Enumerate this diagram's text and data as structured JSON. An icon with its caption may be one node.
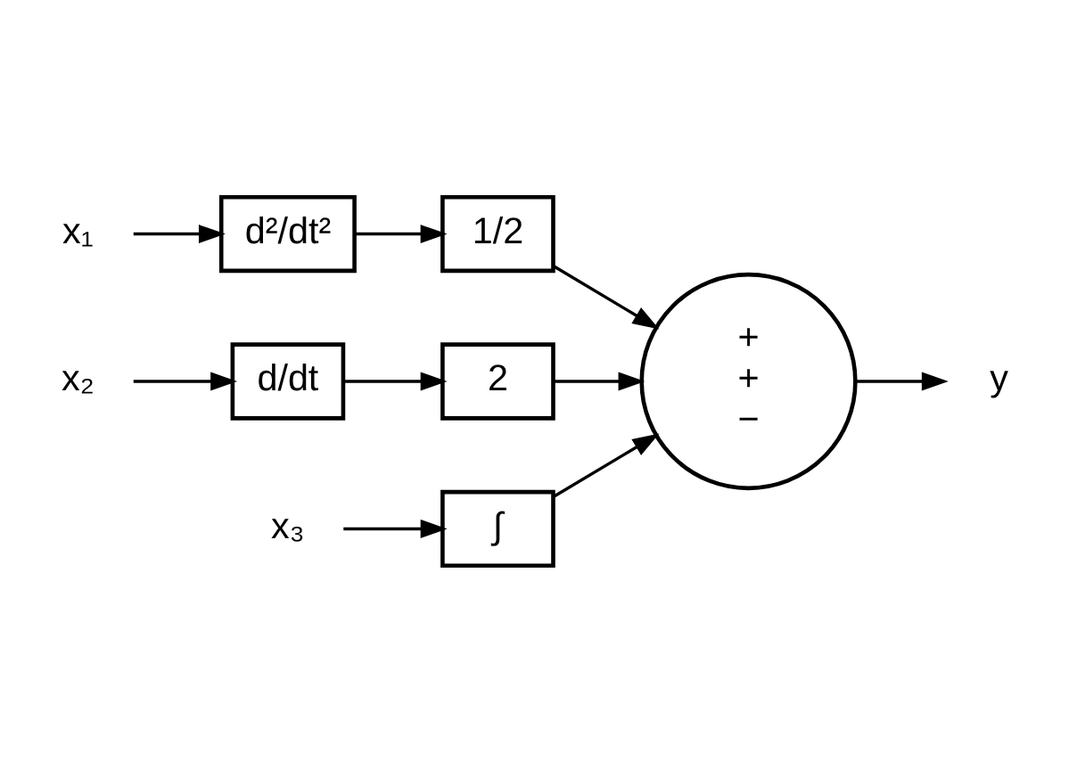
{
  "diagram": {
    "nodes": [
      {
        "text": [
          "x₁"
        ]
      },
      {
        "text": [
          "d²/dt²"
        ]
      },
      {
        "text": [
          "1/2"
        ]
      },
      {
        "text": [
          "x₂"
        ]
      },
      {
        "text": [
          "d/dt"
        ]
      },
      {
        "text": [
          "2"
        ]
      },
      {
        "text": [
          "x₃"
        ]
      },
      {
        "text": [
          "∫"
        ]
      },
      {
        "text": [
          "+",
          "+",
          "−"
        ]
      },
      {
        "text": [
          "y"
        ]
      }
    ],
    "edges": [
      {
        "from": 0,
        "to": 1,
        "arrow": "to"
      },
      {
        "from": 1,
        "to": 2,
        "arrow": "to"
      },
      {
        "from": 2,
        "to": 8,
        "arrow": "to"
      },
      {
        "from": 3,
        "to": 4,
        "arrow": "to"
      },
      {
        "from": 4,
        "to": 5,
        "arrow": "to"
      },
      {
        "from": 5,
        "to": 8,
        "arrow": "to"
      },
      {
        "from": 6,
        "to": 7,
        "arrow": "to"
      },
      {
        "from": 7,
        "to": 8,
        "arrow": "to"
      },
      {
        "from": 8,
        "to": 9,
        "arrow": "to"
      }
    ]
  }
}
